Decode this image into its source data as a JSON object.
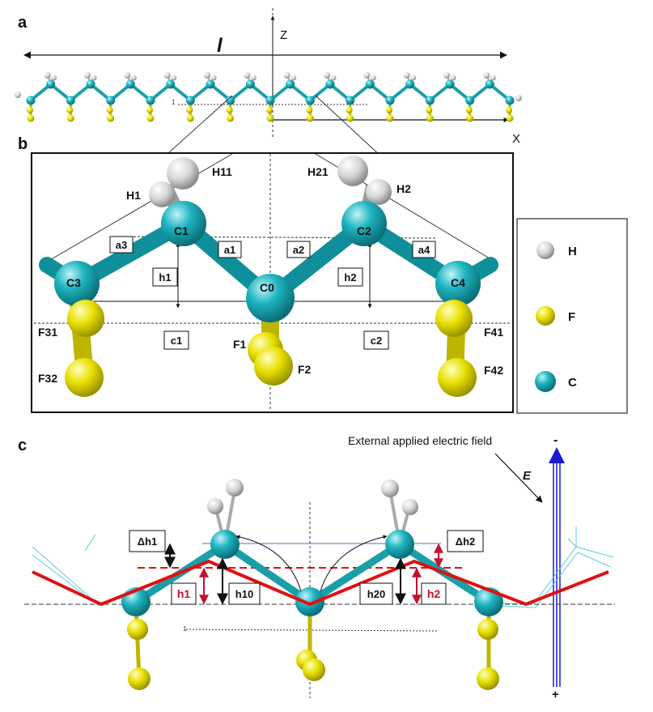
{
  "panels": {
    "a": "a",
    "b": "b",
    "c": "c"
  },
  "axes": {
    "z": "Z",
    "x": "X",
    "length": "l",
    "origin_tick": "1"
  },
  "atoms": {
    "H11": "H11",
    "H1": "H1",
    "H21": "H21",
    "H2": "H2",
    "C1": "C1",
    "C2": "C2",
    "C3": "C3",
    "C0": "C0",
    "C4": "C4",
    "F31": "F31",
    "F32": "F32",
    "F1": "F1",
    "F2": "F2",
    "F41": "F41",
    "F42": "F42"
  },
  "geometry_labels": {
    "a1": "a1",
    "a2": "a2",
    "a3": "a3",
    "a4": "a4",
    "h1": "h1",
    "h2": "h2",
    "c1": "c1",
    "c2": "c2"
  },
  "legend": [
    {
      "symbol": "H",
      "color": "#dcdcdc"
    },
    {
      "symbol": "F",
      "color": "#e8e000"
    },
    {
      "symbol": "C",
      "color": "#1eb4c0"
    }
  ],
  "panel_c": {
    "field_caption": "External applied electric field",
    "field_symbol": "E",
    "minus": "-",
    "plus": "+",
    "dh1": "Δh1",
    "dh2": "Δh2",
    "h1": "h1",
    "h2": "h2",
    "h10": "h10",
    "h20": "h20",
    "tick": "1"
  },
  "colors": {
    "carbon": "#1eb4c0",
    "hydrogen": "#dcdcdc",
    "fluorine": "#e8e000",
    "field_arrow": "#1a1ad0",
    "red": "#e01010"
  }
}
